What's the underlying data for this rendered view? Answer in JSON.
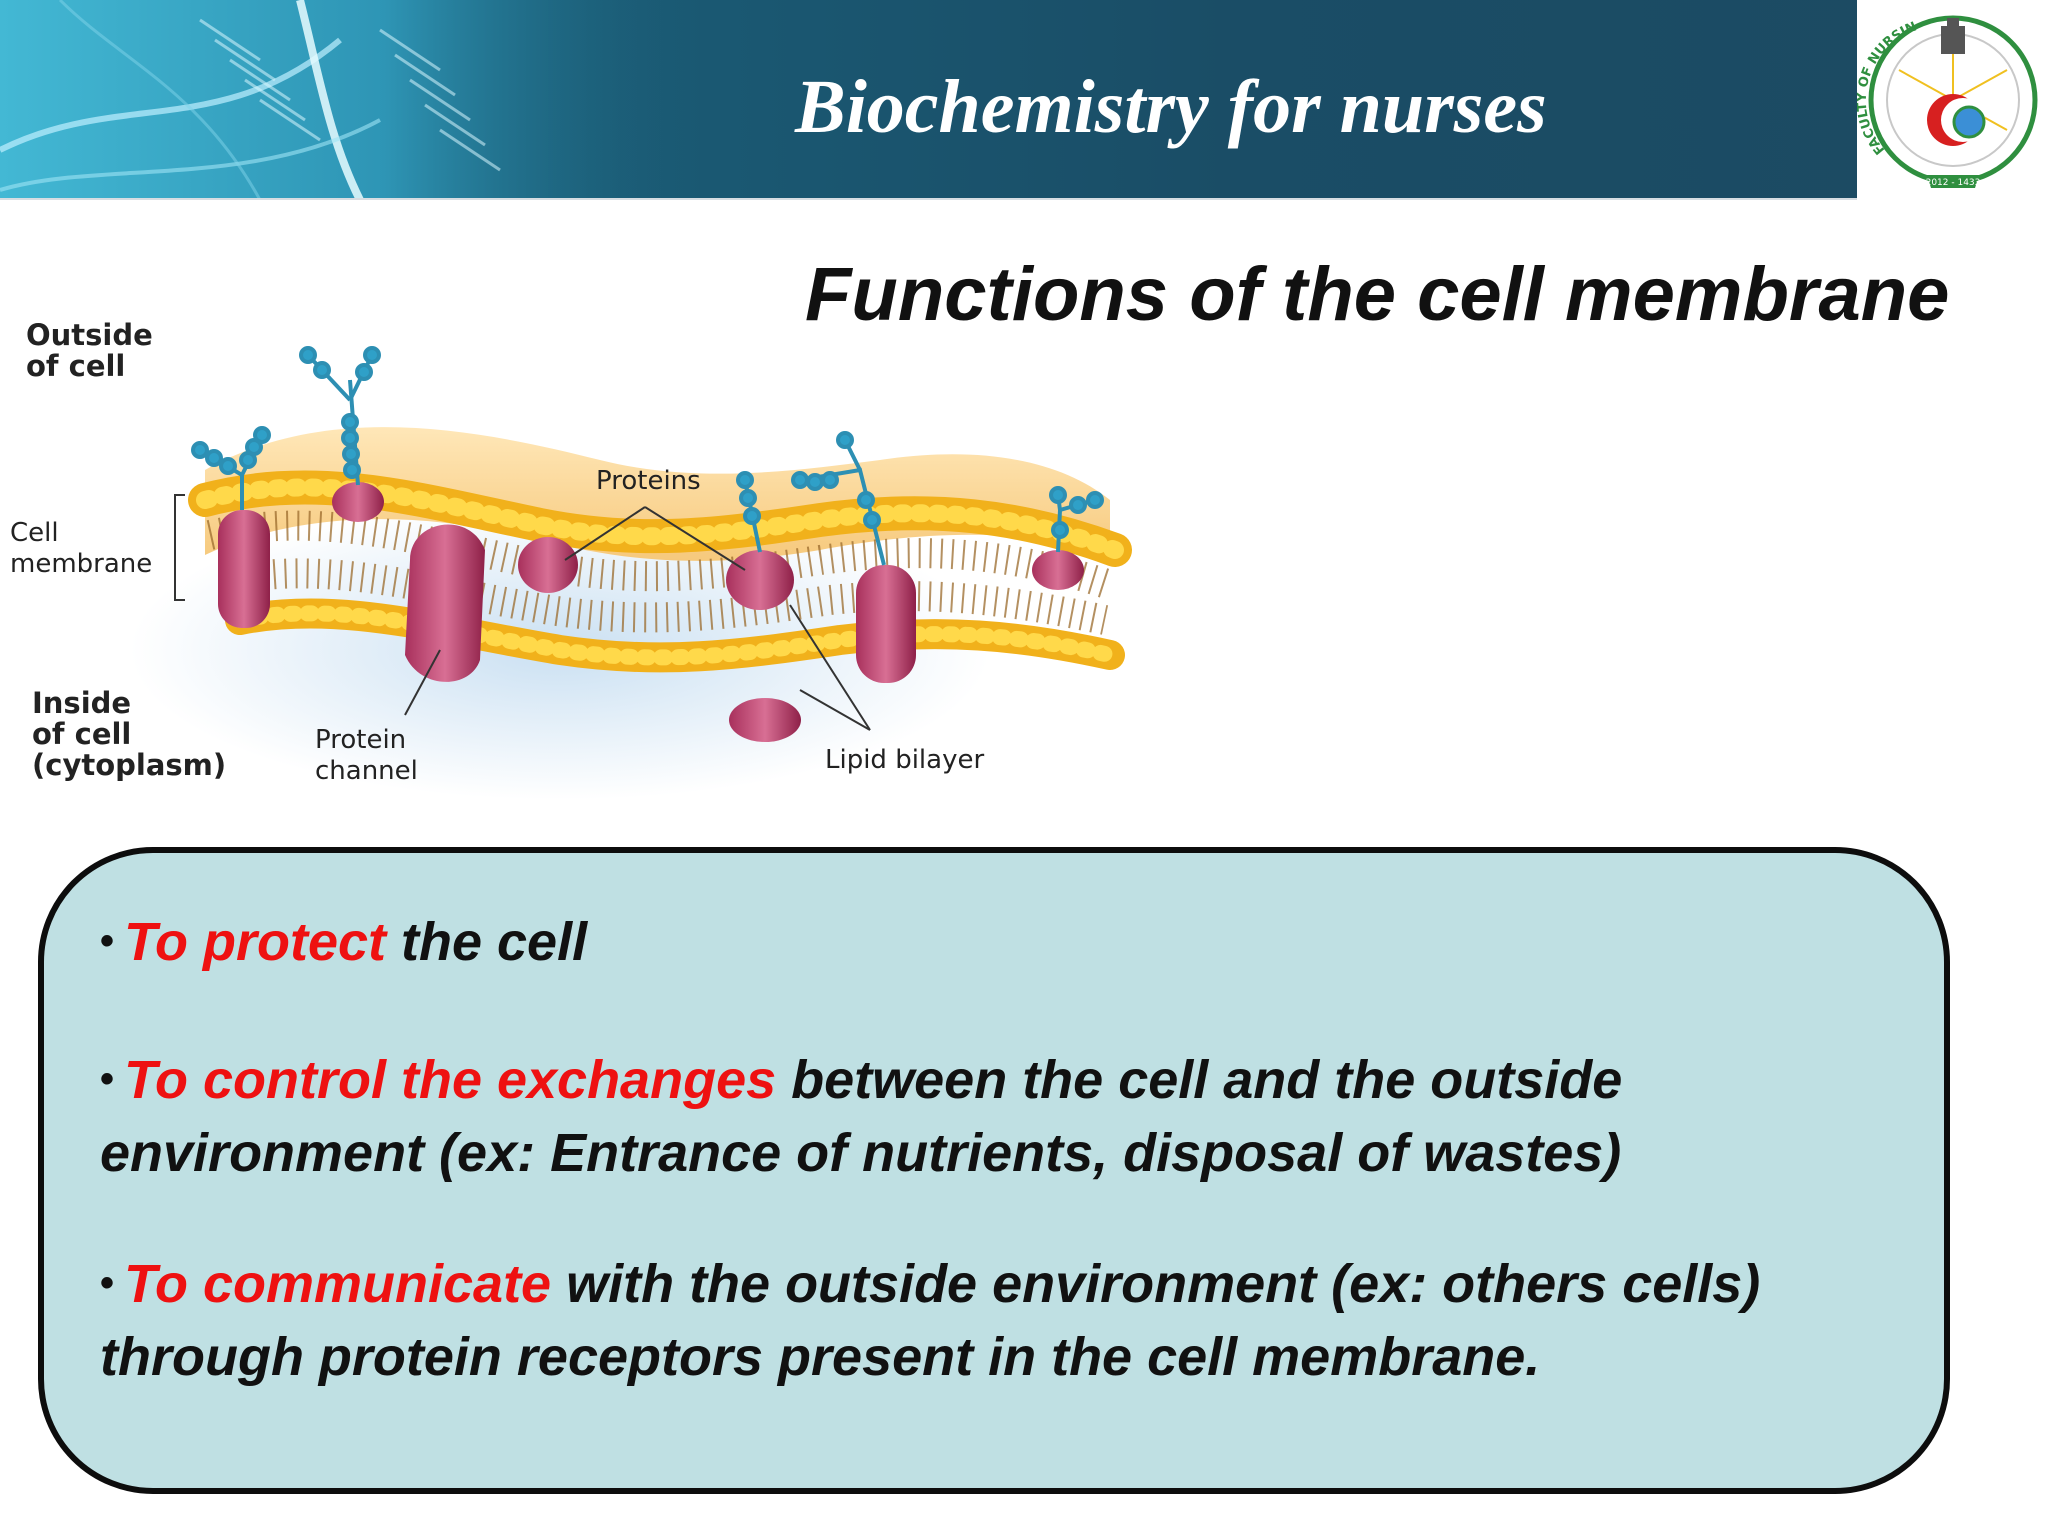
{
  "header": {
    "title": "Biochemistry for nurses",
    "logo_text": "FACULTY OF NURSING",
    "logo_year": "2012 - 1433",
    "colors": {
      "band": "#1a4d66",
      "title": "#ffffff"
    }
  },
  "slide": {
    "title": "Functions of the cell membrane"
  },
  "diagram": {
    "labels": {
      "outside": "Outside\nof cell",
      "membrane": "Cell\nmembrane",
      "inside": "Inside\nof cell\n(cytoplasm)",
      "proteins": "Proteins",
      "channel": "Protein\nchannel",
      "bilayer": "Lipid bilayer"
    }
  },
  "functions": {
    "bullet_symbol": "•",
    "items": [
      {
        "highlight": "To protect",
        "rest": " the cell"
      },
      {
        "highlight": "To control the exchanges",
        "rest": " between the cell and the outside environment (ex: Entrance of nutrients, disposal of wastes)"
      },
      {
        "highlight": "To communicate",
        "rest": " with the outside environment (ex: others cells) through protein receptors present in the cell membrane."
      }
    ],
    "colors": {
      "highlight": "#ee1111",
      "text": "#111111",
      "box": "#bfe0e3"
    }
  }
}
